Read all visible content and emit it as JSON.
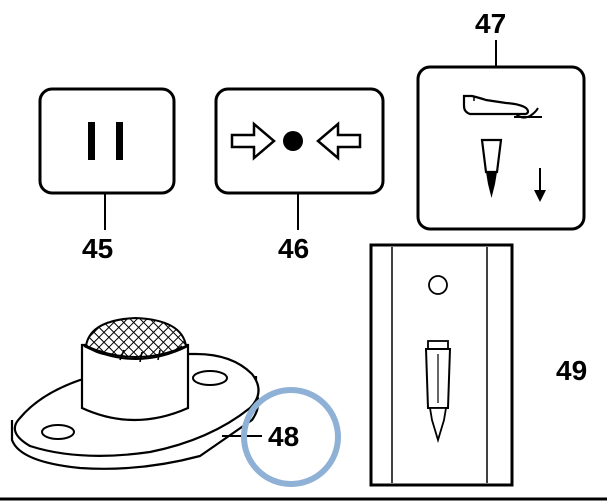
{
  "callouts": {
    "c45": "45",
    "c46": "46",
    "c47": "47",
    "c48": "48",
    "c49": "49"
  },
  "colors": {
    "ink": "#000000",
    "background": "#ffffff",
    "highlight_ring": "#8fb1d6"
  },
  "icons": {
    "pause": "pause-icon",
    "center": "converging-arrows-dot-icon",
    "needle": "presser-foot-needle-down-icon",
    "plate": "needle-plate-icon",
    "pad": "knurled-pad-foot-icon"
  }
}
